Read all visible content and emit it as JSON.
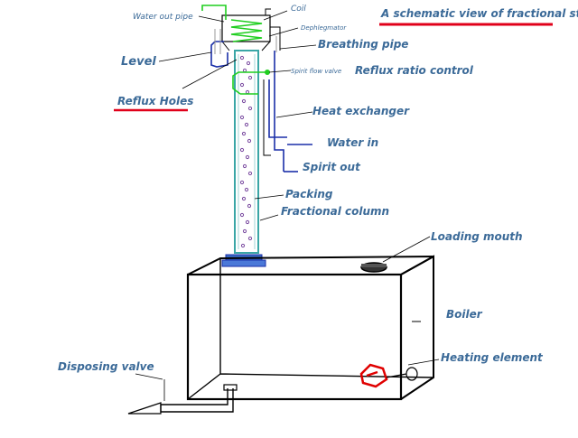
{
  "title": "A schematic view of fractional still.",
  "labels": {
    "water_out_pipe": "Water out pipe",
    "coil": "Coil",
    "dephlegmator": "Dephlegmator",
    "breathing_pipe": "Breathing pipe",
    "spirit_flow_valve": "Spirit flow valve",
    "reflux_ratio_control": "Reflux ratio control",
    "level": "Level",
    "reflux_holes": "Reflux Holes",
    "heat_exchanger": "Heat exchanger",
    "water_in": "Water in",
    "spirit_out": "Spirit out",
    "packing": "Packing",
    "fractional_column": "Fractional column",
    "loading_mouth": "Loading mouth",
    "boiler": "Boiler",
    "heating_element": "Heating element",
    "disposing_valve": "Disposing valve"
  },
  "colors": {
    "label": "#3b6a98",
    "underline": "#e0001a",
    "black": "#000000",
    "green_pipe": "#1fce1f",
    "blue_pipe": "#1a2fa8",
    "column_teal": "#3aa6a6",
    "packing_purple": "#7a4aa0",
    "heater_red": "#e00000"
  }
}
